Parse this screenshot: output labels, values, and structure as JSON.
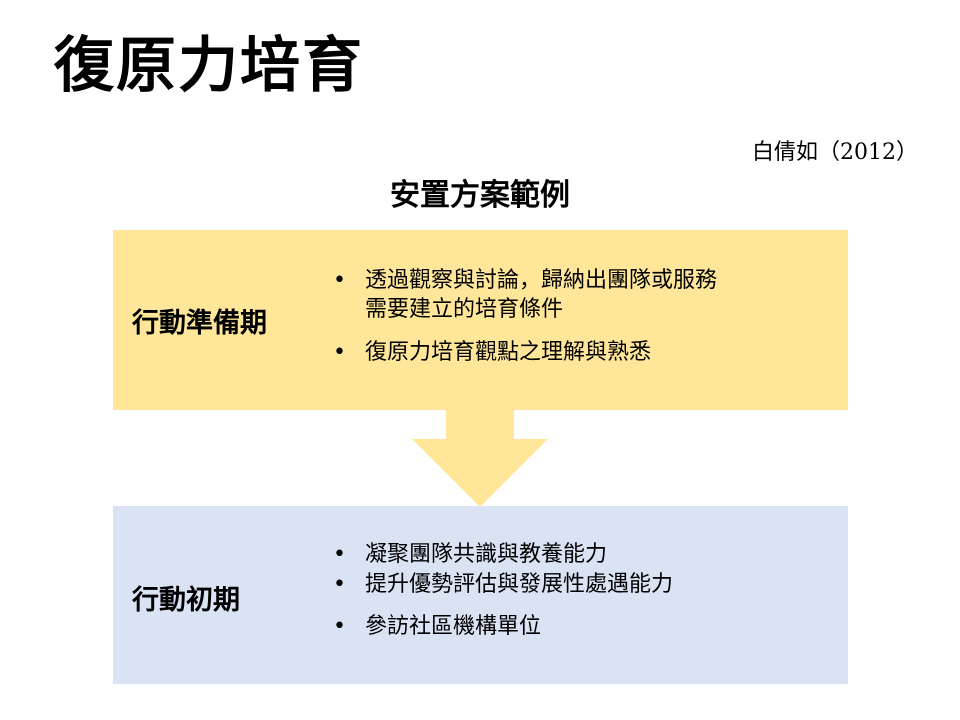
{
  "slide": {
    "title": "復原力培育",
    "citation": "白倩如（2012）",
    "subtitle": "安置方案範例"
  },
  "colors": {
    "phase1_fill": "#ffe699",
    "phase2_fill": "#dae3f3",
    "arrow_fill": "#ffe699"
  },
  "phases": [
    {
      "label": "行動準備期",
      "bullets": [
        {
          "line1": "透過觀察與討論，歸納出團隊或服務",
          "line2": "需要建立的培育條件"
        },
        {
          "line1": "復原力培育觀點之理解與熟悉",
          "line2": ""
        }
      ]
    },
    {
      "label": "行動初期",
      "bullets": [
        {
          "line1": "凝聚團隊共識與教養能力",
          "line2": ""
        },
        {
          "line1": "提升優勢評估與發展性處遇能力",
          "line2": ""
        },
        {
          "line1": "參訪社區機構單位",
          "line2": ""
        }
      ]
    }
  ],
  "bullet_symbol": "•"
}
